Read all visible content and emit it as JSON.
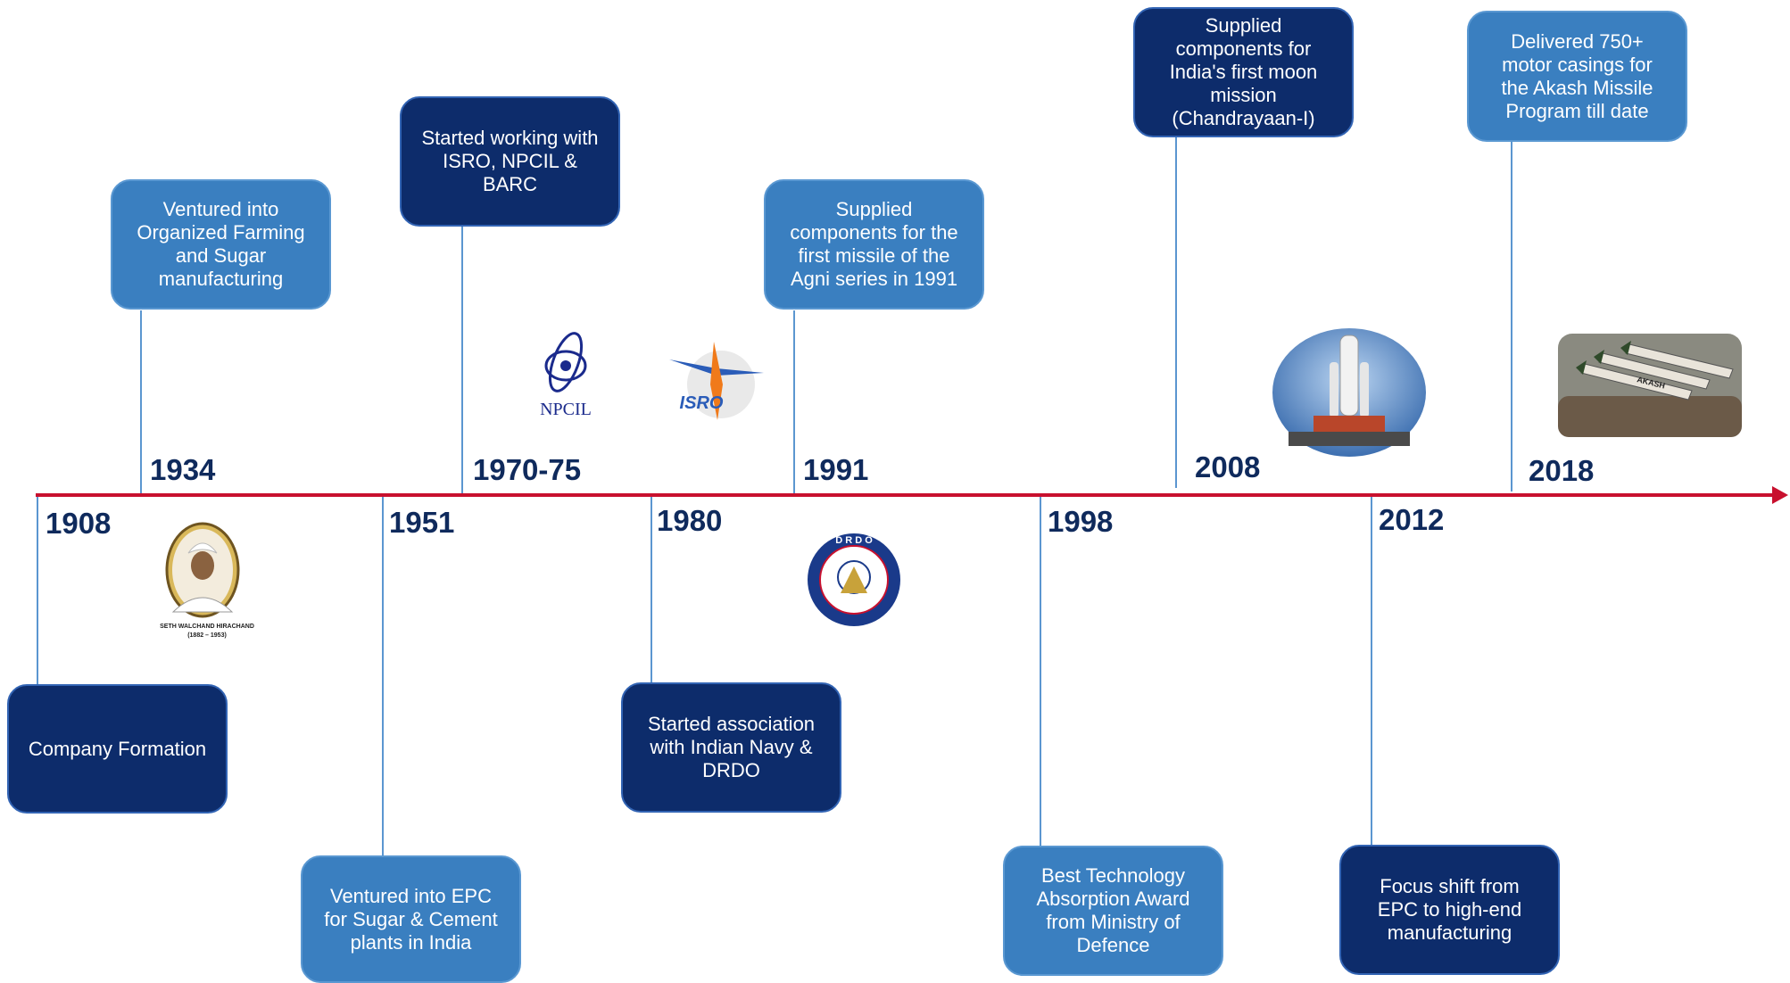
{
  "colors": {
    "axis": "#c8102e",
    "box_light": "#3a7fc0",
    "box_dark": "#0d2c6b",
    "year_text": "#0f2a5c",
    "connector": "#5b96d0"
  },
  "milestones": [
    {
      "year": "1908",
      "text": "Company Formation",
      "style": "dark"
    },
    {
      "year": "1934",
      "text": "Ventured into\nOrganized Farming\nand Sugar\nmanufacturing",
      "style": "light"
    },
    {
      "year": "1951",
      "text": "Ventured into EPC\nfor Sugar & Cement\nplants in India",
      "style": "light"
    },
    {
      "year": "1970-75",
      "text": "Started working with\nISRO, NPCIL &\nBARC",
      "style": "dark"
    },
    {
      "year": "1980",
      "text": "Started association\nwith Indian Navy &\nDRDO",
      "style": "dark"
    },
    {
      "year": "1991",
      "text": "Supplied\ncomponents for the\nfirst missile of the\nAgni series in 1991",
      "style": "light"
    },
    {
      "year": "1998",
      "text": "Best Technology\nAbsorption Award\nfrom Ministry of\nDefence",
      "style": "light"
    },
    {
      "year": "2008",
      "text": "Supplied\ncomponents for\nIndia's first moon\nmission\n(Chandrayaan-I)",
      "style": "dark"
    },
    {
      "year": "2012",
      "text": "Focus shift from\nEPC to high-end\nmanufacturing",
      "style": "dark"
    },
    {
      "year": "2018",
      "text": "Delivered 750+\nmotor casings for\nthe Akash Missile\nProgram till date",
      "style": "light"
    }
  ],
  "images": {
    "founder_caption": "SETH WALCHAND HIRACHAND",
    "founder_years": "(1882 – 1953)",
    "npcil_label": "NPCIL",
    "isro_label": "ISRO",
    "drdo_letters": "D R D O",
    "akash_label": "AKASH"
  }
}
